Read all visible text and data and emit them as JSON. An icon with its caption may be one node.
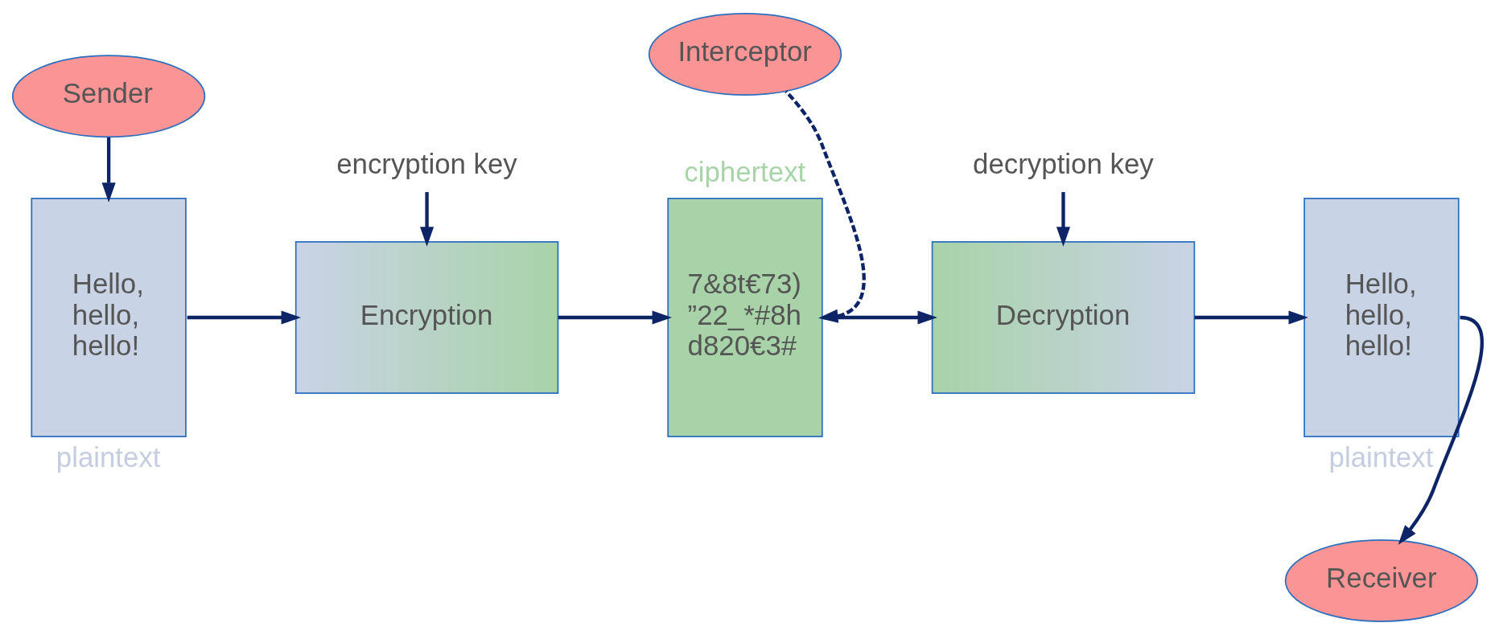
{
  "diagram": {
    "nodes": [
      {
        "text": [
          "Sender"
        ]
      },
      {
        "text": [
          "Receiver"
        ]
      },
      {
        "text": [
          "encryption key"
        ]
      },
      {
        "text": [
          "decryption key"
        ]
      },
      {
        "text": [
          "Hello, hello, hello!"
        ],
        "beside": [
          "plaintext"
        ]
      },
      {
        "text": [
          "Encryption"
        ]
      },
      {
        "text": [
          "7&8t€73) ”22_*#8h d820€3#"
        ],
        "beside": [
          "ciphertext"
        ]
      },
      {
        "text": [
          "Decryption"
        ]
      },
      {
        "text": [
          "Hello, hello, hello!"
        ],
        "beside": [
          "plaintext"
        ]
      },
      {
        "text": [
          "Interceptor"
        ]
      }
    ],
    "edges": [
      {
        "from": 0,
        "to": 4,
        "arrow": "to"
      },
      {
        "from": 2,
        "to": 5,
        "arrow": "to"
      },
      {
        "from": 4,
        "to": 5,
        "arrow": "to"
      },
      {
        "from": 5,
        "to": 6,
        "arrow": "to"
      },
      {
        "from": 9,
        "to": 6,
        "arrow": "to",
        "style": "dashed"
      },
      {
        "from": 6,
        "to": 7,
        "arrow": "to"
      },
      {
        "from": 3,
        "to": 7,
        "arrow": "to"
      },
      {
        "from": 7,
        "to": 8,
        "arrow": "to"
      },
      {
        "from": 8,
        "to": 1,
        "arrow": "to"
      }
    ]
  }
}
